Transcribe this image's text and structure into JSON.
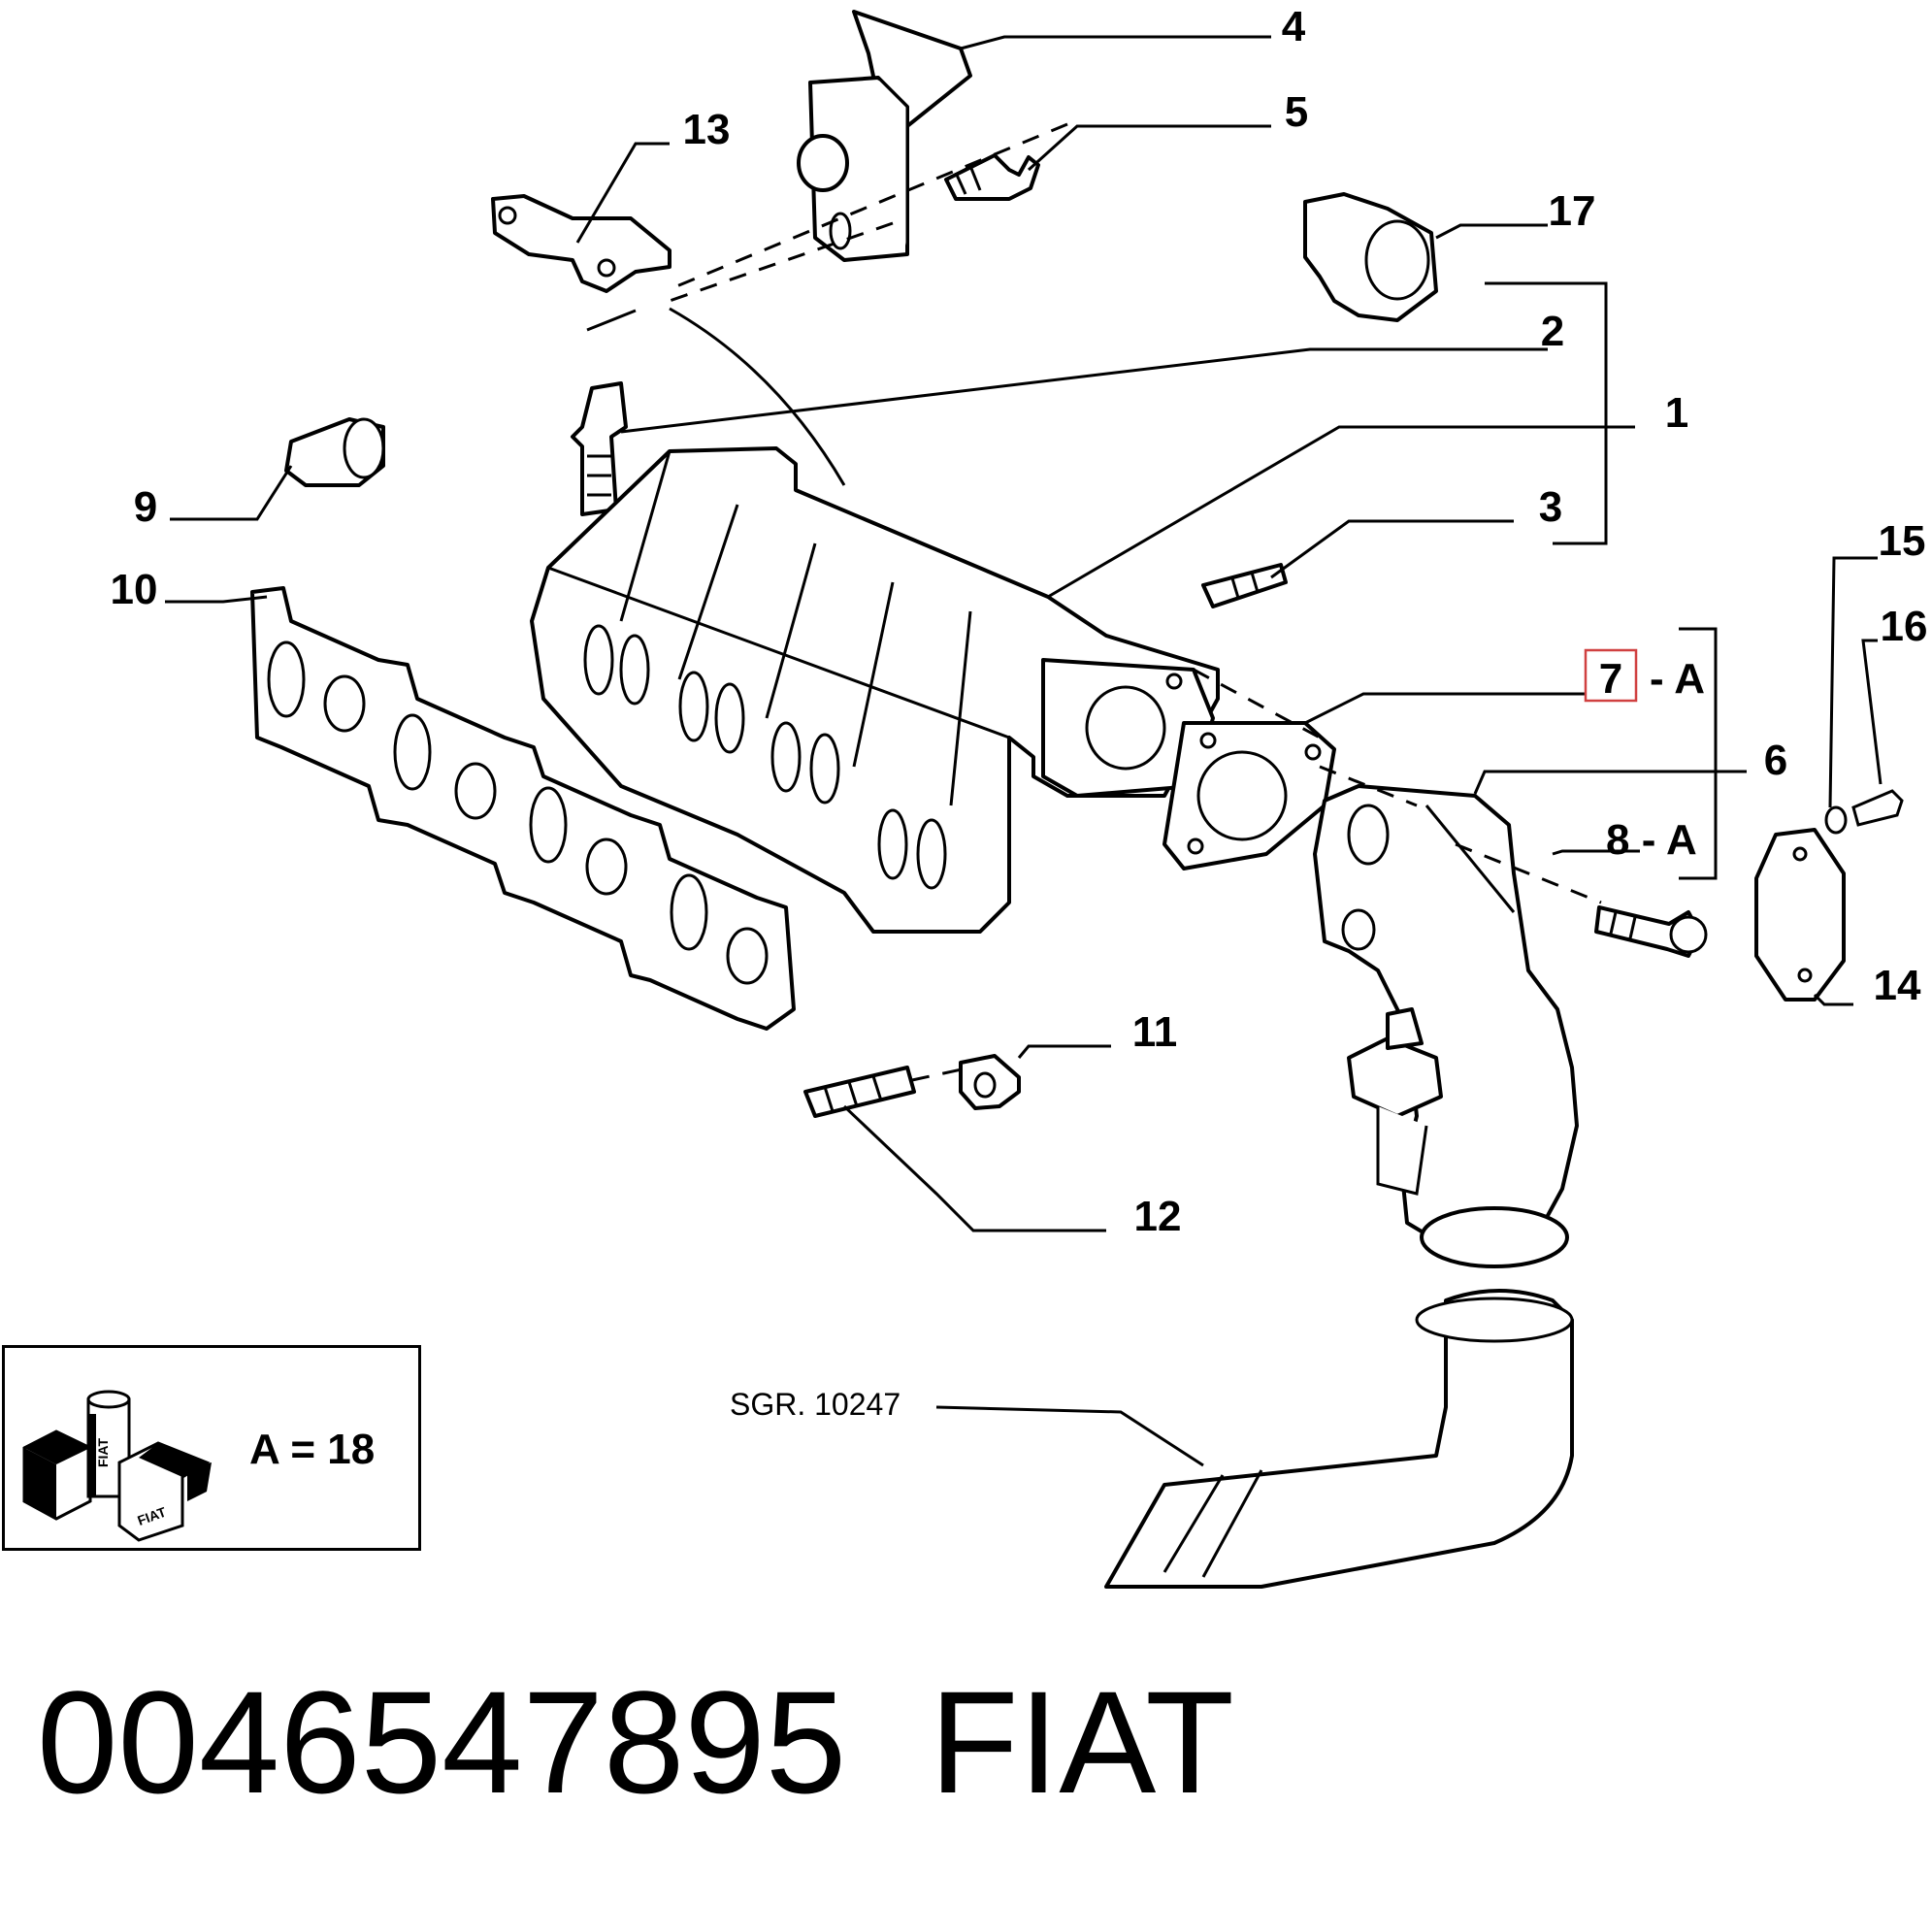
{
  "callouts": {
    "c1": "1",
    "c2": "2",
    "c3": "3",
    "c4": "4",
    "c5": "5",
    "c6": "6",
    "c7": "7",
    "c7_suffix": "- A",
    "c8": "8 - A",
    "c9": "9",
    "c10": "10",
    "c11": "11",
    "c12": "12",
    "c13": "13",
    "c14": "14",
    "c15": "15",
    "c16": "16",
    "c17": "17"
  },
  "reference": "SGR. 10247",
  "legend": {
    "text": "A = 18",
    "icon": "fiat-sealant-kit-icon",
    "icon_label": "FIAT"
  },
  "footer": {
    "part_number": "0046547895",
    "brand": "FIAT"
  },
  "highlighted_callout": "7",
  "colors": {
    "highlight": "#d04040",
    "line": "#000000"
  }
}
